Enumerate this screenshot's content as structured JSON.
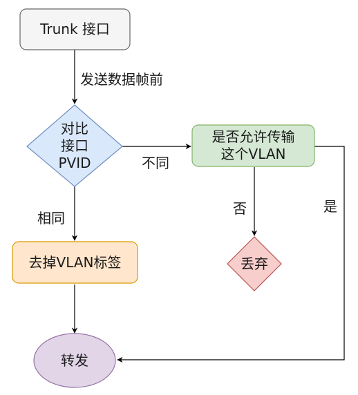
{
  "nodes": {
    "trunk_port": {
      "label": "Trunk 接口"
    },
    "compare_pvid": {
      "lines": [
        "对比",
        "接口",
        "PVID"
      ]
    },
    "vlan_allowed": {
      "lines": [
        "是否允许传输",
        "这个VLAN"
      ]
    },
    "strip_tag": {
      "label": "去掉VLAN标签"
    },
    "discard": {
      "label": "丢弃"
    },
    "forward": {
      "label": "转发"
    }
  },
  "edges": {
    "before_send": "发送数据帧前",
    "different": "不同",
    "same": "相同",
    "no": "否",
    "yes": "是"
  },
  "colors": {
    "trunk_fill": "#f5f5f5",
    "trunk_stroke": "#666666",
    "diamond_fill": "#dae8fc",
    "diamond_stroke": "#6c8ebf",
    "green_fill": "#d5e8d4",
    "green_stroke": "#82b366",
    "orange_fill": "#ffe6cc",
    "orange_stroke": "#d79b00",
    "red_fill": "#f8cecc",
    "red_stroke": "#b85450",
    "purple_fill": "#e1d5e7",
    "purple_stroke": "#9673a6",
    "edge": "#000000"
  }
}
